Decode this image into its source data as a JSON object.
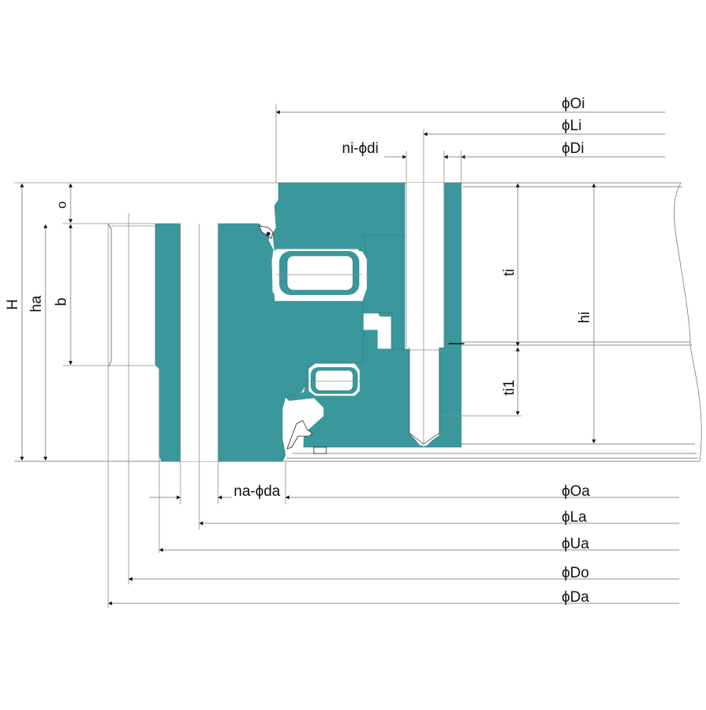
{
  "colors": {
    "ring_fill": "#3a979c",
    "ring_edge": "#2c7f84",
    "line": "#8c8c8c",
    "arrow": "#111111",
    "background": "#ffffff"
  },
  "labels": {
    "Oi": "ϕOi",
    "Li": "ϕLi",
    "Di": "ϕDi",
    "ni_di": "ni-ϕdi",
    "H": "H",
    "ha": "ha",
    "b": "b",
    "o": "o",
    "ti": "ti",
    "hi": "hi",
    "ti1": "ti1",
    "na_da": "na-ϕda",
    "Oa": "ϕOa",
    "La": "ϕLa",
    "Ua": "ϕUa",
    "Do": "ϕDo",
    "Da": "ϕDa"
  }
}
